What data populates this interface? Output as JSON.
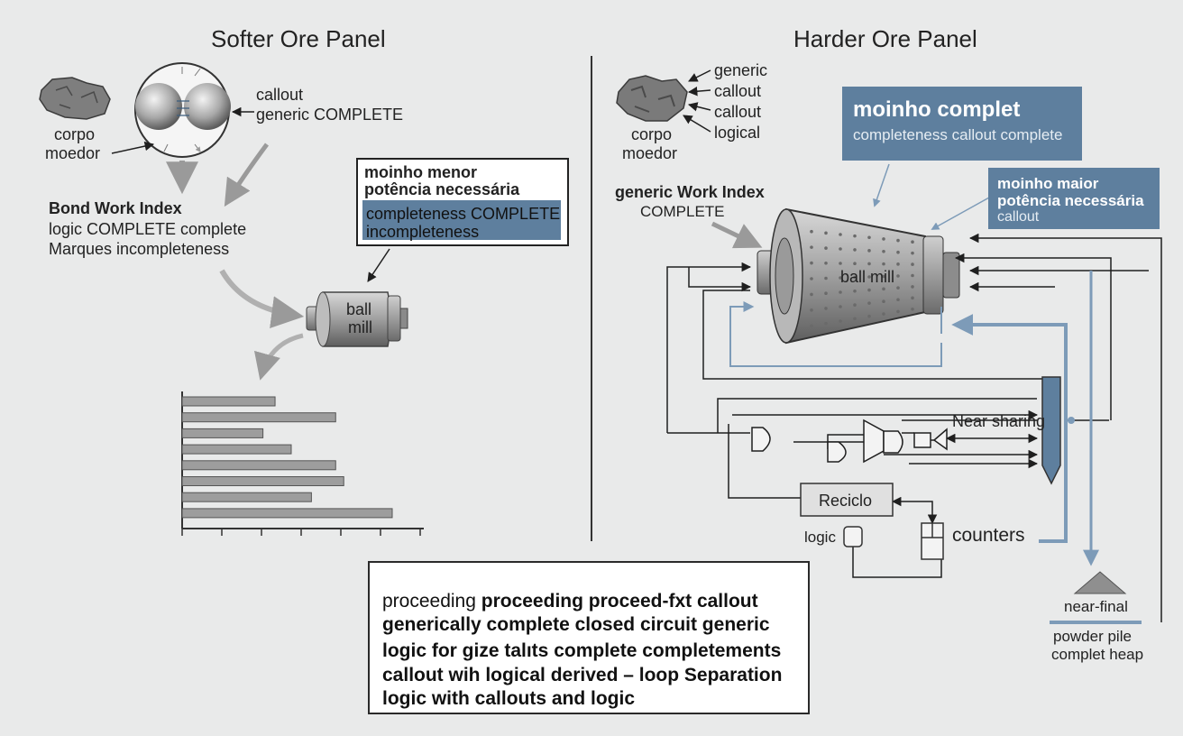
{
  "left_panel": {
    "title": "Softer Ore Panel",
    "grinding_label_1": "corpo",
    "grinding_label_2": "moedor",
    "callout_1": "callout",
    "callout_2": "generic COMPLETE",
    "bwi_title": "Bond Work Index",
    "bwi_line_1": "logic COMPLETE complete",
    "bwi_line_2": "Marques incompleteness",
    "box_title_1": "moinho menor",
    "box_title_2": "potência necessária",
    "box_highlight_1": "completeness COMPLETE",
    "box_highlight_2": "incompleteness",
    "mill_label_1": "ball",
    "mill_label_2": "mill"
  },
  "right_panel": {
    "title": "Harder Ore Panel",
    "rock_labels": [
      "generic",
      "callout",
      "callout",
      "logical"
    ],
    "grinding_label_1": "corpo",
    "grinding_label_2": "moedor",
    "callout_a_title": "moinho complet",
    "callout_a_sub": "completeness callout complete",
    "callout_b_title_1": "moinho maior",
    "callout_b_title_2": "potência necessária",
    "callout_b_sub": "callout",
    "bwi_title": "generic Work Index",
    "bwi_sub": "COMPLETE",
    "mill_label": "ball mill",
    "near_sharing": "Near sharing",
    "reciclo": "Reciclo",
    "logic": "logic",
    "counters": "counters",
    "pile_label_1": "near-final",
    "pile_label_2": "powder pile",
    "pile_label_3": "complet heap"
  },
  "bottom_note": {
    "line_1_a": "proceeding ",
    "line_1_b": "proceeding proceed-fxt callout",
    "line_2": "generically complete closed circuit generic",
    "line_3": "logic for gize talıts complete completements",
    "line_4_a": "callout wih ",
    "line_4_b": "logical derived – loop Separation",
    "line_5": "logic with callouts and logic"
  },
  "chart_data": {
    "type": "bar",
    "orientation": "horizontal",
    "values": [
      23,
      38,
      20,
      27,
      38,
      40,
      32,
      52
    ],
    "xlim": [
      0,
      60
    ]
  },
  "colors": {
    "background": "#e9eaea",
    "accent_blue": "#5e7f9e",
    "line_blue": "#7d9bb8",
    "dark": "#2a2a2a"
  }
}
